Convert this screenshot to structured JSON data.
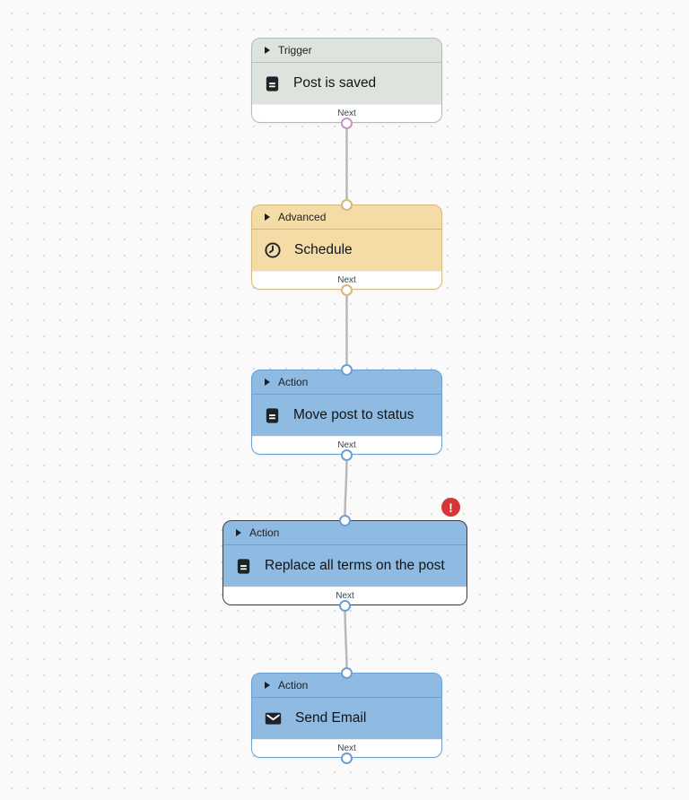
{
  "canvas": {
    "background_color": "#fafafa",
    "dot_grid_color": "#dcdcdc",
    "connector_color": "#b8b8b8"
  },
  "nodes": [
    {
      "category": "Trigger",
      "title": "Post is saved",
      "icon": "document-icon",
      "next_label": "Next",
      "fill_color": "#dde4de",
      "border_color": "#b4bcb5",
      "output_port_color": "#c495c5",
      "has_input_port": false,
      "selected": false,
      "error": false
    },
    {
      "category": "Advanced",
      "title": "Schedule",
      "icon": "clock-icon",
      "next_label": "Next",
      "fill_color": "#f5dca7",
      "border_color": "#d8b87d",
      "output_port_color": "#d8b87d",
      "has_input_port": true,
      "selected": false,
      "error": false
    },
    {
      "category": "Action",
      "title": "Move post to status",
      "icon": "document-icon",
      "next_label": "Next",
      "fill_color": "#8fbae1",
      "border_color": "#6b9fd4",
      "output_port_color": "#6b9fd4",
      "has_input_port": true,
      "selected": false,
      "error": false
    },
    {
      "category": "Action",
      "title": "Replace all terms on the post",
      "icon": "document-icon",
      "next_label": "Next",
      "fill_color": "#8fbae1",
      "border_color": "#383d42",
      "output_port_color": "#6b9fd4",
      "has_input_port": true,
      "selected": true,
      "error": true,
      "error_badge": "!"
    },
    {
      "category": "Action",
      "title": "Send Email",
      "icon": "envelope-icon",
      "next_label": "Next",
      "fill_color": "#8fbae1",
      "border_color": "#6b9fd4",
      "output_port_color": "#6b9fd4",
      "has_input_port": true,
      "selected": false,
      "error": false
    }
  ]
}
